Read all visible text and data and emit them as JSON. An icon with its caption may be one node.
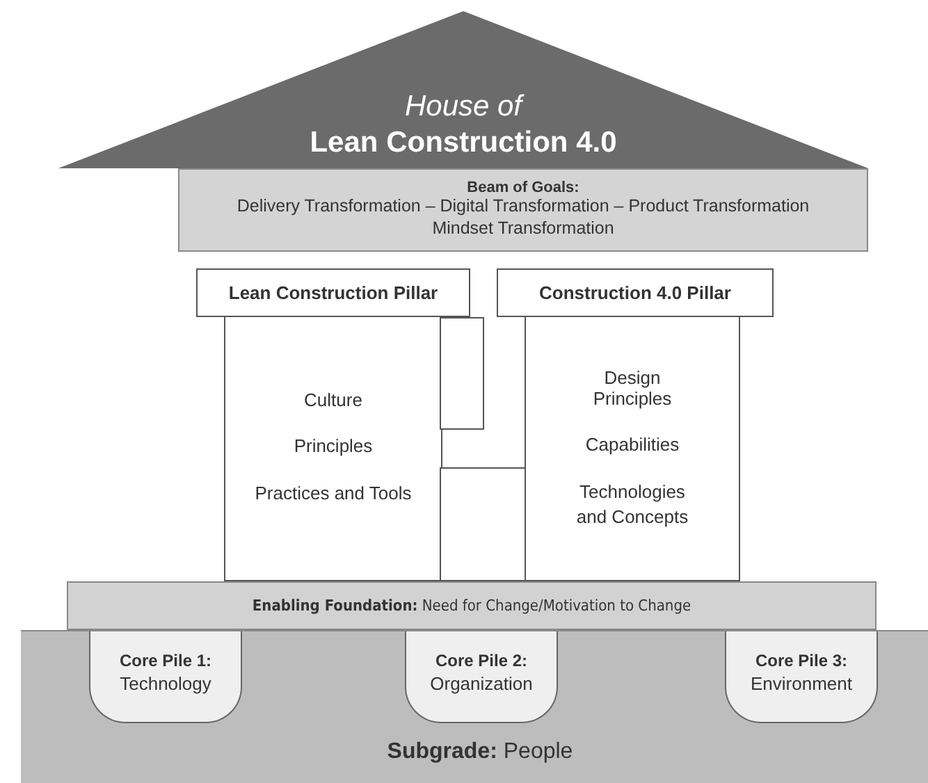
{
  "diagram": {
    "nodes": [
      {
        "text": [
          "House of",
          "Lean Construction 4.0"
        ]
      },
      {
        "text": [
          "Beam of Goals:",
          "Delivery Transformation – Digital Transformation – Product Transformation Mindset Transformation"
        ]
      },
      {
        "text": [
          "Lean Construction Pillar"
        ]
      },
      {
        "text": [
          "Construction 4.0 Pillar"
        ]
      },
      {
        "text": [
          "Culture",
          "Principles",
          "Practices and Tools"
        ]
      },
      {
        "text": [
          "Design Principles",
          "Capabilities",
          "Technologies and Concepts"
        ]
      },
      {
        "text": [],
        "shape": "box"
      },
      {
        "text": [],
        "shape": "box"
      },
      {
        "text": [
          "**Enabling Foundation:** Need for Change/Motivation to Change"
        ]
      },
      {
        "text": [
          "**Subgrade:** People"
        ]
      },
      {
        "text": [
          "Core Pile 1:",
          "Technology"
        ],
        "in": 9
      },
      {
        "text": [
          "Core Pile 2:",
          "Organization"
        ],
        "in": 9
      },
      {
        "text": [
          "Core Pile 3:",
          "Environment"
        ],
        "in": 9
      }
    ]
  }
}
